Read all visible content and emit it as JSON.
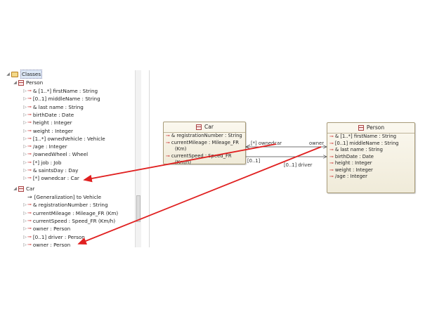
{
  "tree": {
    "root_label": "Classes",
    "person_label": "Person",
    "person_attrs": [
      {
        "icon": "attr",
        "label": "& [1..*] firstName : String"
      },
      {
        "icon": "attr",
        "label": "[0..1] middleName : String"
      },
      {
        "icon": "attr",
        "label": "& last name : String"
      },
      {
        "icon": "attr",
        "label": "birthDate : Date"
      },
      {
        "icon": "attr",
        "label": "height : Integer"
      },
      {
        "icon": "attr",
        "label": "weight : Integer"
      },
      {
        "icon": "attr",
        "label": "[1..*] ownedVehicle : Vehicle"
      },
      {
        "icon": "attr",
        "label": "/age : Integer"
      },
      {
        "icon": "attr",
        "label": "/ownedWheel : Wheel"
      },
      {
        "icon": "attr",
        "label": "[*] job : Job"
      },
      {
        "icon": "attr",
        "label": "& saintsDay : Day"
      },
      {
        "icon": "attr",
        "label": "[*] ownedcar : Car"
      }
    ],
    "car_label": "Car",
    "car_items": [
      {
        "icon": "gen",
        "label": "[Generalization] to Vehicle"
      },
      {
        "icon": "attr",
        "label": "& registrationNumber : String"
      },
      {
        "icon": "attr",
        "label": "currentMileage : Mileage_FR (Km)"
      },
      {
        "icon": "attr",
        "label": "currentSpeed : Speed_FR (Km/h)"
      },
      {
        "icon": "attr",
        "label": "owner : Person"
      },
      {
        "icon": "attr",
        "label": "[0..1] driver : Person"
      },
      {
        "icon": "attr",
        "label": "owner : Person"
      }
    ]
  },
  "diagram": {
    "car_box": {
      "title": "Car",
      "attrs": [
        "& registrationNumber : String",
        "currentMileage : Mileage_FR",
        "(Km)",
        "currentSpeed : Speed_FR",
        "(Km/h)"
      ]
    },
    "person_box": {
      "title": "Person",
      "attrs": [
        "& [1..*] firstName : String",
        "[0..1] middleName : String",
        "& last name : String",
        "birthDate : Date",
        "height : Integer",
        "weight : Integer",
        "/age : Integer"
      ]
    },
    "edges": {
      "ownedcar": "[*] ownedcar",
      "owner": "owner",
      "driver_mult": "[0..1]",
      "driver": "[0..1] driver"
    }
  },
  "colors": {
    "arrow": "#e02020",
    "box_border": "#a79a78"
  }
}
